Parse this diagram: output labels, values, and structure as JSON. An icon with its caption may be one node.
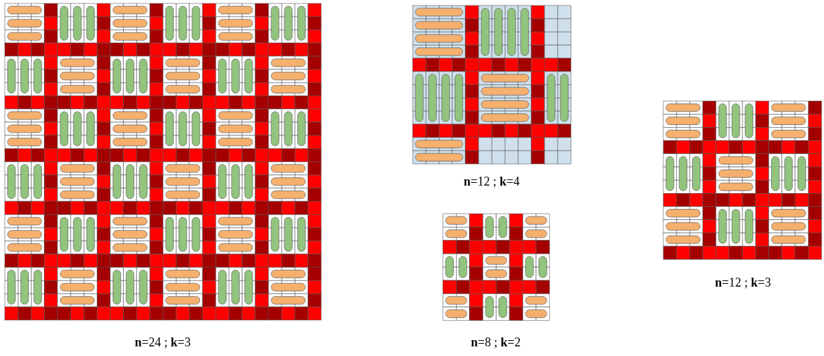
{
  "diagram": {
    "labels": [
      "**n**=24 ; **k**=3",
      "**n**=12 ; **k**=4",
      "**n**=8 ; **k**=2",
      "**n**=12 ; **k**=3"
    ]
  }
}
